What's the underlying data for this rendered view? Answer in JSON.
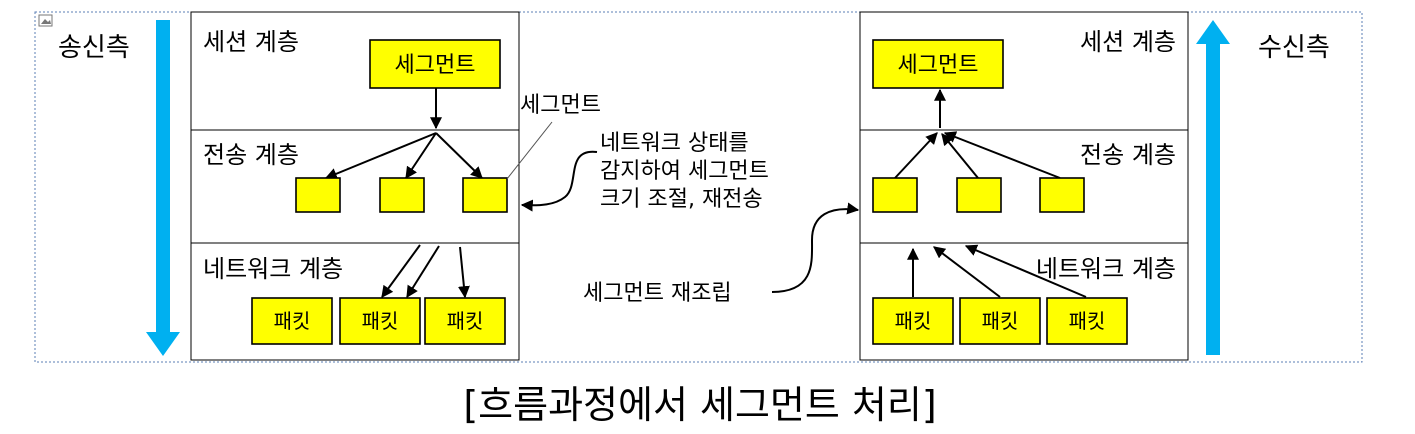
{
  "diagram": {
    "sender_label": "송신측",
    "receiver_label": "수신측",
    "sender": {
      "session_layer": "세션 계층",
      "transport_layer": "전송 계층",
      "network_layer": "네트워크 계층",
      "segment": "세그먼트",
      "packets": [
        "패킷",
        "패킷",
        "패킷"
      ]
    },
    "receiver": {
      "session_layer": "세션 계층",
      "transport_layer": "전송 계층",
      "network_layer": "네트워크 계층",
      "segment": "세그먼트",
      "packets": [
        "패킷",
        "패킷",
        "패킷"
      ]
    },
    "annotations": {
      "segment_label": "세그먼트",
      "network_state_note": [
        "네트워크 상태를",
        "감지하여 세그먼트",
        "크기 조절, 재전송"
      ],
      "reassembly_note": "세그먼트 재조립"
    },
    "icons": {
      "corner_icon": "image-icon"
    },
    "colors": {
      "segment_fill": "#FFFF00",
      "flow_arrow": "#00B0F0",
      "frame_border": "#5B7FB5"
    }
  },
  "caption": "[흐름과정에서 세그먼트 처리]"
}
